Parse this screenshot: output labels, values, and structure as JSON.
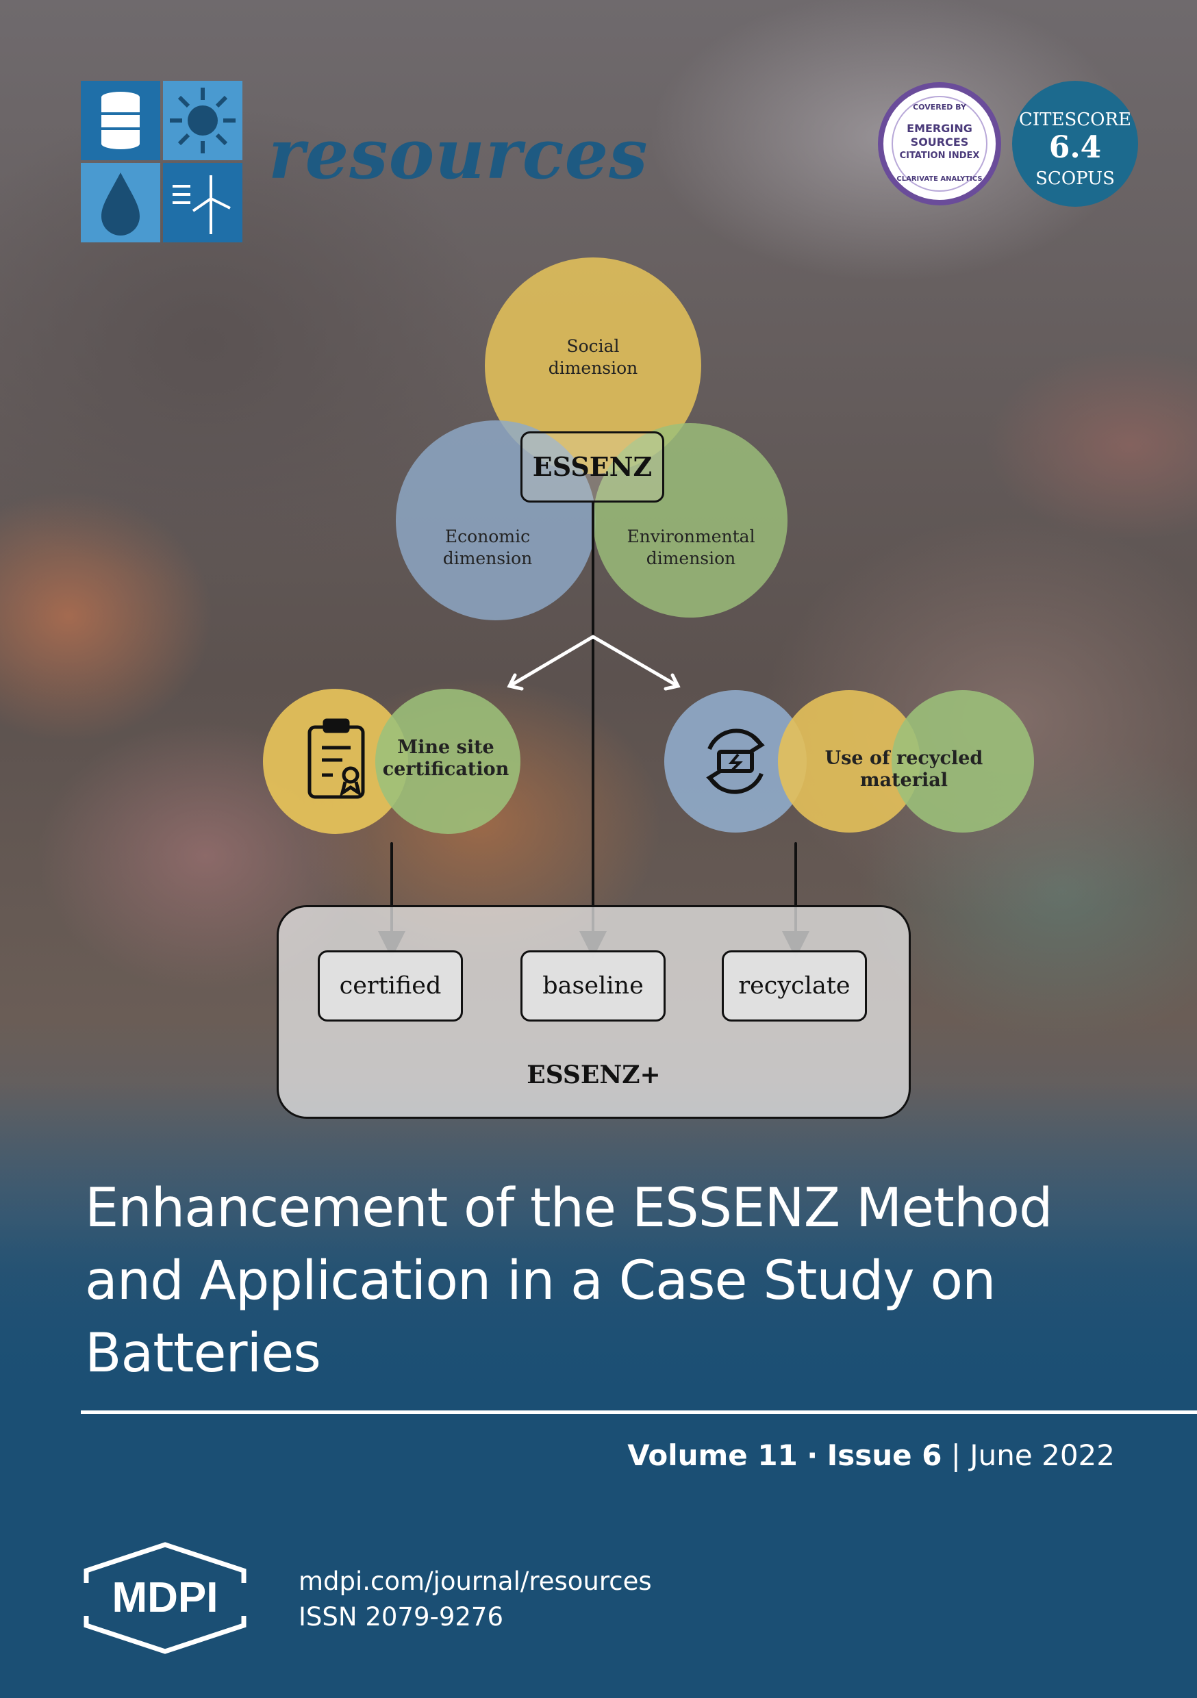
{
  "journal": {
    "name": "resources",
    "logo_icons": [
      "oil-barrel-icon",
      "sun-icon",
      "water-drop-icon",
      "wind-turbine-icon"
    ]
  },
  "badges": {
    "esci": {
      "covered_by": "COVERED BY",
      "line1": "EMERGING",
      "line2": "SOURCES",
      "line3": "CITATION INDEX",
      "clarivate": "CLARIVATE ANALYTICS"
    },
    "citescore": {
      "label": "CITESCORE",
      "value": "6.4",
      "source": "SCOPUS"
    }
  },
  "diagram": {
    "social_line1": "Social",
    "social_line2": "dimension",
    "economic_line1": "Economic",
    "economic_line2": "dimension",
    "environmental_line1": "Environmental",
    "environmental_line2": "dimension",
    "center": "ESSENZ",
    "mine_line1": "Mine site",
    "mine_line2": "certification",
    "recycled": "Use of recycled material",
    "categories": [
      "certified",
      "baseline",
      "recyclate"
    ],
    "extended": "ESSENZ+"
  },
  "article": {
    "title": "Enhancement of the ESSENZ Method and Application in a Case Study on Batteries"
  },
  "issue": {
    "volume": "Volume 11",
    "separator": "·",
    "issue": "Issue 6",
    "divider": "|",
    "date": "June 2022"
  },
  "publisher": {
    "name": "MDPI",
    "url": "mdpi.com/journal/resources",
    "issn": "ISSN 2079-9276"
  },
  "colors": {
    "brand_blue": "#1e5a82",
    "footer_blue": "#1b4f74",
    "yellow_circle": "#e3c05a",
    "blue_circle": "#8fa9c8",
    "green_circle": "#9cc07a"
  }
}
